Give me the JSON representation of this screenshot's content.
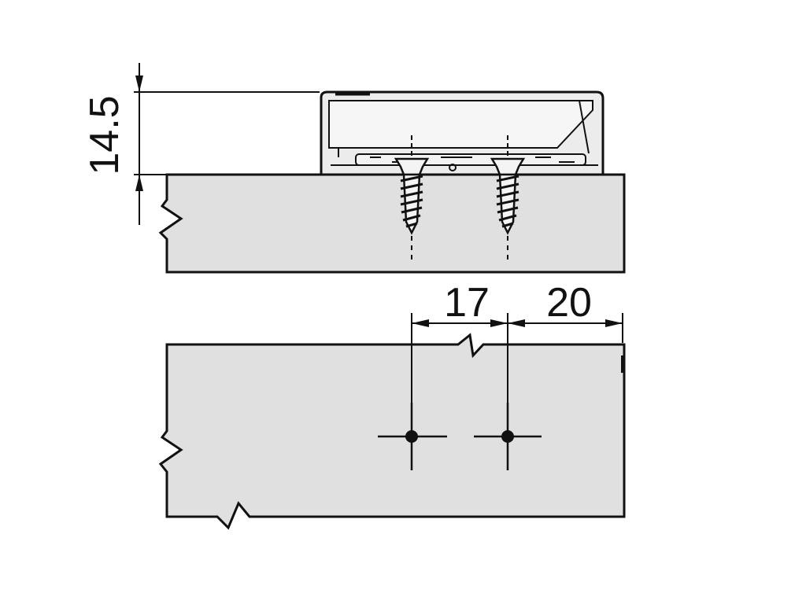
{
  "diagram": {
    "dimensions": {
      "height_mm": "14.5",
      "offset_first_mm": "17",
      "offset_second_mm": "20"
    },
    "colors": {
      "panel_fill": "#e0e0e0",
      "bracket_fill": "#ececec",
      "line": "#111111",
      "background": "#ffffff"
    },
    "icons": {
      "screw": "wood-screw-icon",
      "drill_mark": "crosshair-drill-mark-icon"
    }
  }
}
